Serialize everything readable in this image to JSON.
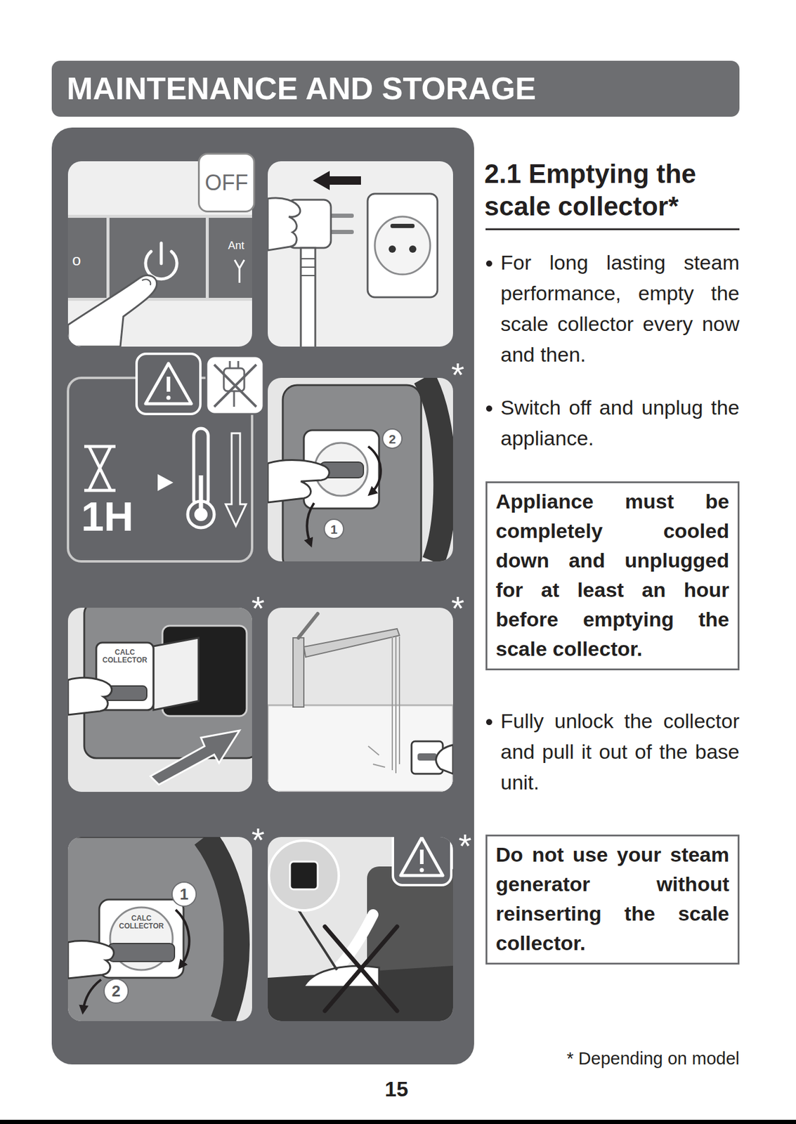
{
  "diagram": {
    "title": "MAINTENANCE AND STORAGE",
    "nodes": [
      {
        "text": [
          "OFF"
        ]
      },
      {
        "text": [
          "1H"
        ]
      },
      {
        "text": [
          "2"
        ]
      },
      {
        "text": [
          "1"
        ]
      },
      {
        "text": [
          "1"
        ]
      },
      {
        "text": [
          "2"
        ]
      },
      {
        "text": [
          "Appliance must be completely cooled down and unplugged for at least an hour before emptying the scale collector."
        ]
      },
      {
        "text": [
          "Do not use your steam generator without reinserting the scale collector."
        ]
      }
    ],
    "labels": [
      "2.1 Emptying the scale collector*",
      "For long lasting steam performance, empty the scale collector every now and then.",
      "Switch off and unplug the appliance.",
      "Fully unlock the collector and pull it out of the base unit.",
      "*",
      "*",
      "*",
      "*",
      "*",
      "* Depending on model",
      "15",
      "Ant",
      "o",
      "CALC COLLECTOR",
      "CALC COLLECTOR"
    ]
  }
}
